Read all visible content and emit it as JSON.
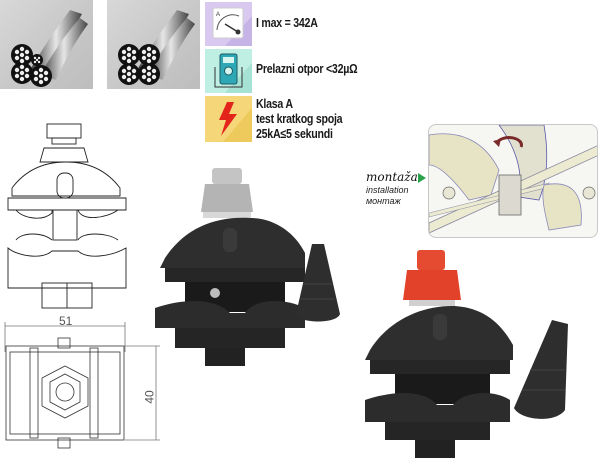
{
  "cable_icons": [
    {
      "name": "cable-bundle-3plus1-icon",
      "description": "three large conductors plus one small conductor"
    },
    {
      "name": "cable-bundle-4-icon",
      "description": "four equal conductors"
    }
  ],
  "specs": [
    {
      "icon": "ammeter-icon",
      "tile_color": "#d9c9f0",
      "lines": [
        "I max = 342A"
      ]
    },
    {
      "icon": "multimeter-icon",
      "tile_color": "#bfeee2",
      "lines": [
        "Prelazni otpor <32µΩ"
      ]
    },
    {
      "icon": "lightning-bolt-icon",
      "tile_color": "#f5d77a",
      "lines": [
        "Klasa A",
        "test kratkog spoja",
        "25kA≤5 sekundi"
      ]
    }
  ],
  "installation": {
    "title_script": "montaža",
    "line_en": "installation",
    "line_cyr": "монтаж",
    "arrow_color": "#2aa24a"
  },
  "drawing": {
    "width_dim": "51",
    "height_dim": "40"
  },
  "products": [
    {
      "name": "connector-silver-bolt",
      "bolt_color": "#b9b9b9",
      "body_color": "#2a2a2a"
    },
    {
      "name": "connector-red-bolt",
      "bolt_color": "#e2412a",
      "body_color": "#2a2a2a"
    }
  ]
}
